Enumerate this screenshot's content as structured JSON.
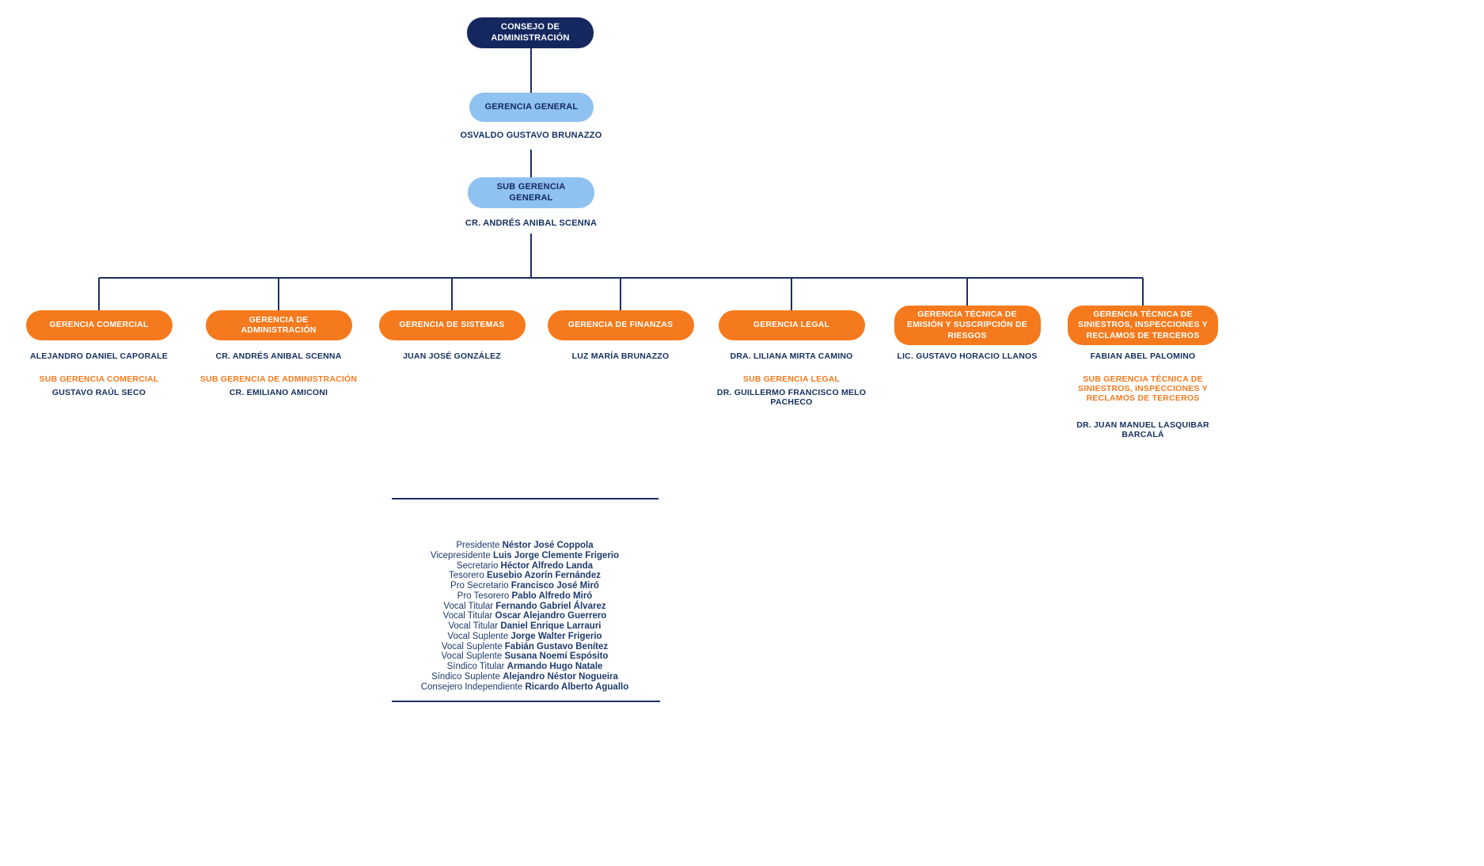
{
  "colors": {
    "navy": "#14275e",
    "light_blue": "#8fc2f1",
    "orange": "#f57a1d",
    "text_navy": "#14305f",
    "connector": "#1b2f63"
  },
  "org": {
    "consejo": {
      "label": "CONSEJO DE ADMINISTRACIÓN"
    },
    "gerencia_general": {
      "label": "GERENCIA GENERAL",
      "name": "OSVALDO GUSTAVO BRUNAZZO"
    },
    "sub_gerencia_general": {
      "label": "SUB GERENCIA GENERAL",
      "name": "CR. ANDRÉS ANIBAL SCENNA"
    },
    "departments": [
      {
        "label": "GERENCIA COMERCIAL",
        "name": "ALEJANDRO DANIEL CAPORALE",
        "sub_label": "SUB GERENCIA COMERCIAL",
        "sub_name": "GUSTAVO RAÚL SECO"
      },
      {
        "label": "GERENCIA DE ADMINISTRACIÓN",
        "name": "CR. ANDRÉS ANIBAL SCENNA",
        "sub_label": "SUB GERENCIA DE ADMINISTRACIÓN",
        "sub_name": "CR. EMILIANO AMICONI"
      },
      {
        "label": "GERENCIA DE SISTEMAS",
        "name": "JUAN JOSÉ GONZÁLEZ",
        "sub_label": "",
        "sub_name": ""
      },
      {
        "label": "GERENCIA DE FINANZAS",
        "name": "LUZ MARÍA BRUNAZZO",
        "sub_label": "",
        "sub_name": ""
      },
      {
        "label": "GERENCIA LEGAL",
        "name": "DRA. LILIANA MIRTA CAMINO",
        "sub_label": "SUB GERENCIA LEGAL",
        "sub_name": "DR. GUILLERMO FRANCISCO MELO PACHECO"
      },
      {
        "label": "GERENCIA TÉCNICA DE EMISIÓN Y SUSCRIPCIÓN DE RIESGOS",
        "name": "LIC. GUSTAVO HORACIO LLANOS",
        "sub_label": "",
        "sub_name": ""
      },
      {
        "label": "GERENCIA TÉCNICA DE SINIESTROS, INSPECCIONES Y RECLAMOS DE TERCEROS",
        "name": "FABIAN ABEL PALOMINO",
        "sub_label": "SUB GERENCIA TÉCNICA DE SINIESTROS, INSPECCIONES Y RECLAMOS DE TERCEROS",
        "sub_name": "DR. JUAN MANUEL LASQUIBAR BARCALÁ"
      }
    ]
  },
  "board": {
    "members": [
      {
        "role": "Presidente",
        "name": "Néstor José Coppola"
      },
      {
        "role": "Vicepresidente",
        "name": "Luis Jorge Clemente Frigerio"
      },
      {
        "role": "Secretario",
        "name": "Héctor Alfredo Landa"
      },
      {
        "role": "Tesorero",
        "name": "Eusebio Azorín Fernández"
      },
      {
        "role": "Pro Secretario",
        "name": "Francisco José Miró"
      },
      {
        "role": "Pro Tesorero",
        "name": "Pablo Alfredo Miró"
      },
      {
        "role": "Vocal Titular",
        "name": "Fernando Gabriel Álvarez"
      },
      {
        "role": "Vocal Titular",
        "name": "Oscar Alejandro Guerrero"
      },
      {
        "role": "Vocal Titular",
        "name": "Daniel Enrique Larrauri"
      },
      {
        "role": "Vocal Suplente",
        "name": "Jorge Walter Frigerio"
      },
      {
        "role": "Vocal Suplente",
        "name": "Fabián Gustavo Benítez"
      },
      {
        "role": "Vocal Suplente",
        "name": "Susana Noemí Espósito"
      },
      {
        "role": "Síndico Titular",
        "name": "Armando Hugo Natale"
      },
      {
        "role": "Síndico Suplente",
        "name": "Alejandro Néstor Nogueira"
      },
      {
        "role": "Consejero Independiente",
        "name": "Ricardo Alberto Aguallo"
      }
    ]
  }
}
